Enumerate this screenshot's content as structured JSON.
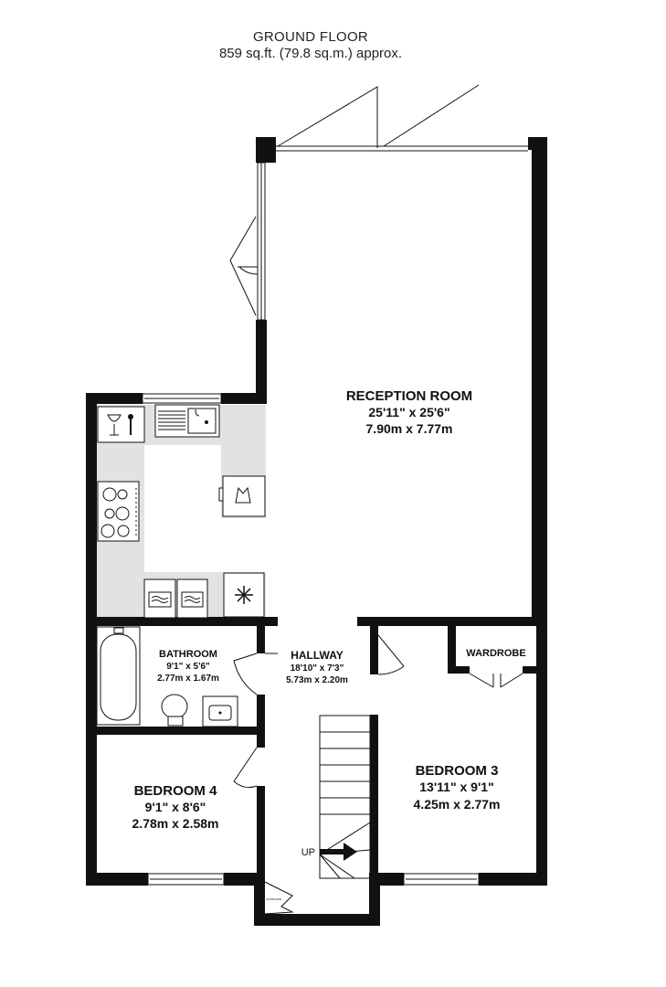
{
  "header": {
    "title": "GROUND FLOOR",
    "subtitle": "859 sq.ft. (79.8 sq.m.) approx."
  },
  "rooms": {
    "reception": {
      "name": "RECEPTION ROOM",
      "imperial": "25'11\"  x 25'6\"",
      "metric": "7.90m  x 7.77m"
    },
    "bathroom": {
      "name": "BATHROOM",
      "imperial": "9'1\"  x 5'6\"",
      "metric": "2.77m  x 1.67m"
    },
    "hallway": {
      "name": "HALLWAY",
      "imperial": "18'10\"  x 7'3\"",
      "metric": "5.73m  x 2.20m"
    },
    "wardrobe": {
      "name": "WARDROBE"
    },
    "bedroom3": {
      "name": "BEDROOM 3",
      "imperial": "13'11\"  x 9'1\"",
      "metric": "4.25m  x 2.77m"
    },
    "bedroom4": {
      "name": "BEDROOM 4",
      "imperial": "9'1\"  x 8'6\"",
      "metric": "2.78m  x 2.58m"
    }
  },
  "stairs": {
    "label": "UP"
  },
  "cupboard": {
    "label": "CUPBOARD"
  },
  "colors": {
    "wall": "#111111",
    "kitchen_counter": "#e2e2e2",
    "appliance_fill": "#ffffff"
  },
  "icons": [
    "wine-glass-icon",
    "sink-icon",
    "hob-icon",
    "washing-machine-icon",
    "dishwasher-icon",
    "fridge-freezer-icon",
    "bath-icon",
    "toilet-icon",
    "basin-icon",
    "stairs-arrow-icon"
  ]
}
